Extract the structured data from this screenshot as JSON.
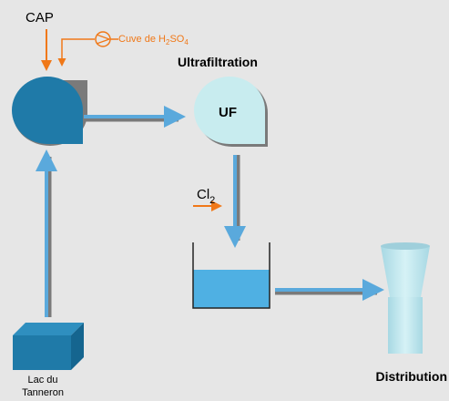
{
  "labels": {
    "cap": "CAP",
    "cuve_prefix": "Cuve de H",
    "cuve_sub1": "2",
    "cuve_mid": "SO",
    "cuve_sub2": "4",
    "ultrafiltration": "Ultrafiltration",
    "uf": "UF",
    "cl": "Cl",
    "cl_sub": "2",
    "lac_line1": "Lac du",
    "lac_line2": "Tanneron",
    "distribution": "Distribution"
  },
  "colors": {
    "background": "#e6e6e6",
    "arrow_orange": "#f07818",
    "pipe_blue": "#5aa9dc",
    "pipe_shadow": "#7a7a7a",
    "tank_dark": "#1f7aa8",
    "uf_light": "#c8ecef",
    "water": "#4fb0e3",
    "tower": "#bfe8ef"
  },
  "icons": {
    "pump": "pump-icon"
  }
}
